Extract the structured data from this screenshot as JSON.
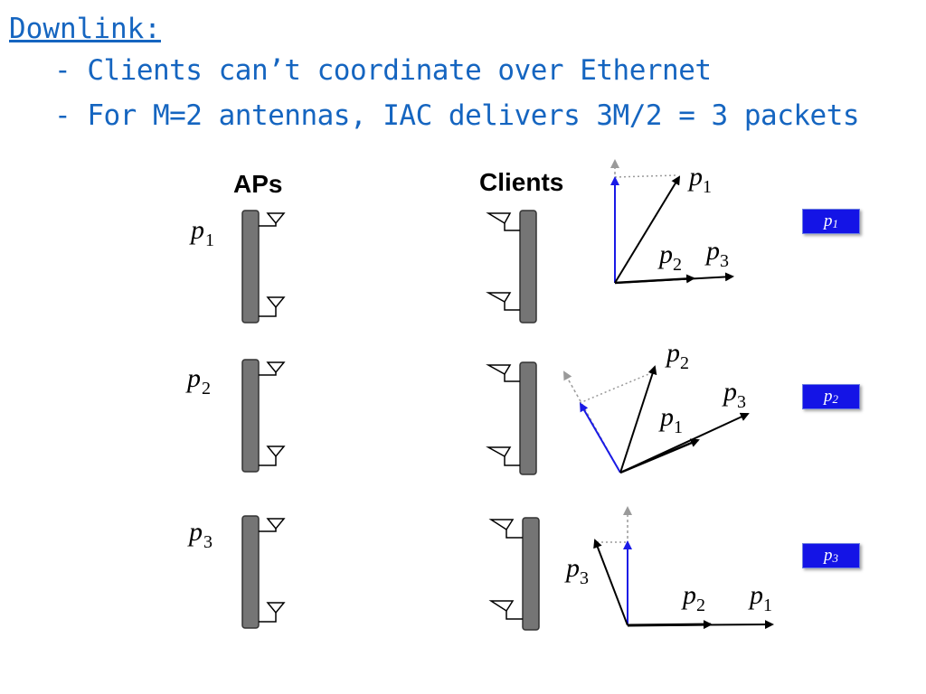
{
  "slide": {
    "title": "Downlink:",
    "bullets": [
      "- Clients can’t coordinate over Ethernet",
      "- For M=2 antennas, IAC delivers 3M/2 = 3 packets"
    ]
  },
  "columns": {
    "aps": "APs",
    "clients": "Clients"
  },
  "rows": [
    {
      "ap_label": "p",
      "ap_sub": "1",
      "badge": "p",
      "badge_sub": "1",
      "vectors": [
        {
          "label": "p",
          "sub": "1"
        },
        {
          "label": "p",
          "sub": "2"
        },
        {
          "label": "p",
          "sub": "3"
        }
      ]
    },
    {
      "ap_label": "p",
      "ap_sub": "2",
      "badge": "p",
      "badge_sub": "2",
      "vectors": [
        {
          "label": "p",
          "sub": "2"
        },
        {
          "label": "p",
          "sub": "3"
        },
        {
          "label": "p",
          "sub": "1"
        }
      ]
    },
    {
      "ap_label": "p",
      "ap_sub": "3",
      "badge": "p",
      "badge_sub": "3",
      "vectors": [
        {
          "label": "p",
          "sub": "3"
        },
        {
          "label": "p",
          "sub": "2"
        },
        {
          "label": "p",
          "sub": "1"
        }
      ]
    }
  ],
  "colors": {
    "text_blue": "#1565c0",
    "decoded_vector": "#1a1ae6",
    "projection_dotted": "#999999",
    "device_fill": "#757575",
    "badge_fill": "#1414e6"
  }
}
